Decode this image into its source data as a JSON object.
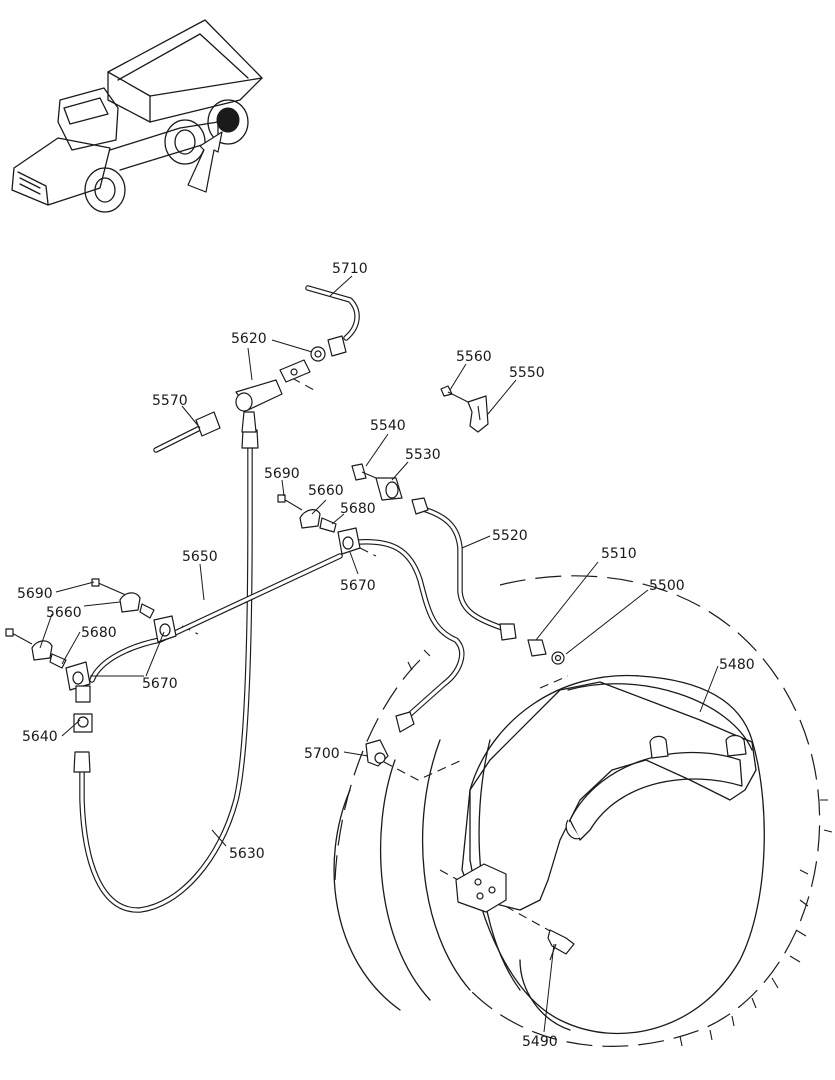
{
  "callouts": [
    {
      "id": "p5710",
      "text": "5710"
    },
    {
      "id": "p5620",
      "text": "5620"
    },
    {
      "id": "p5570",
      "text": "5570"
    },
    {
      "id": "p5560",
      "text": "5560"
    },
    {
      "id": "p5550",
      "text": "5550"
    },
    {
      "id": "p5540",
      "text": "5540"
    },
    {
      "id": "p5530",
      "text": "5530"
    },
    {
      "id": "p5690a",
      "text": "5690"
    },
    {
      "id": "p5660a",
      "text": "5660"
    },
    {
      "id": "p5680a",
      "text": "5680"
    },
    {
      "id": "p5520",
      "text": "5520"
    },
    {
      "id": "p5650",
      "text": "5650"
    },
    {
      "id": "p5670a",
      "text": "5670"
    },
    {
      "id": "p5510",
      "text": "5510"
    },
    {
      "id": "p5500",
      "text": "5500"
    },
    {
      "id": "p5690b",
      "text": "5690"
    },
    {
      "id": "p5660b",
      "text": "5660"
    },
    {
      "id": "p5680b",
      "text": "5680"
    },
    {
      "id": "p5670b",
      "text": "5670"
    },
    {
      "id": "p5480",
      "text": "5480"
    },
    {
      "id": "p5640",
      "text": "5640"
    },
    {
      "id": "p5700",
      "text": "5700"
    },
    {
      "id": "p5630",
      "text": "5630"
    },
    {
      "id": "p5490",
      "text": "5490"
    }
  ]
}
